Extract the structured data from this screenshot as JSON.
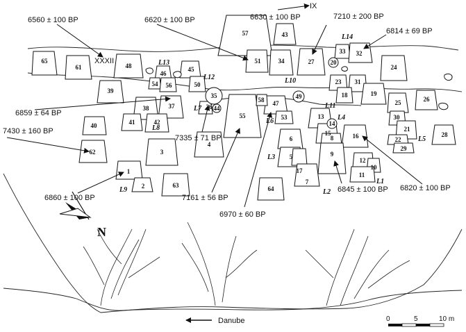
{
  "radiocarbon_dates": [
    {
      "label": "6560 ± 100 BP"
    },
    {
      "label": "6620 ± 100 BP"
    },
    {
      "label": "6630 ± 100 BP"
    },
    {
      "label": "7210 ± 200 BP"
    },
    {
      "label": "6814 ± 69 BP"
    },
    {
      "label": "6859 ± 64 BP"
    },
    {
      "label": "7335 ± 71 BP"
    },
    {
      "label": "7430 ± 160 BP"
    },
    {
      "label": "7161 ± 56 BP"
    },
    {
      "label": "6860 ± 100 BP"
    },
    {
      "label": "6970 ± 60 BP"
    },
    {
      "label": "6845 ± 100 BP"
    },
    {
      "label": "6820 ± 100 BP"
    }
  ],
  "building_numbers": [
    "1",
    "2",
    "3",
    "4",
    "5",
    "6",
    "7",
    "8",
    "9",
    "10",
    "11",
    "12",
    "13",
    "14",
    "15",
    "16",
    "17",
    "18",
    "19",
    "20",
    "21",
    "22",
    "23",
    "24",
    "25",
    "26",
    "27",
    "28",
    "29",
    "30",
    "31",
    "32",
    "33",
    "34",
    "35",
    "36",
    "37",
    "38",
    "39",
    "40",
    "41",
    "42",
    "43",
    "44",
    "45",
    "46",
    "47",
    "48",
    "49",
    "50",
    "51",
    "53",
    "54",
    "55",
    "56",
    "57",
    "58",
    "61",
    "62",
    "63",
    "64",
    "65"
  ],
  "levels": [
    "L1",
    "L2",
    "L3",
    "L4",
    "L5",
    "L6",
    "L7",
    "L8",
    "L9",
    "L10",
    "L11",
    "L12",
    "L13",
    "L14"
  ],
  "off_map_refs": [
    "IX",
    "XXXII"
  ],
  "north_label": "N",
  "river_label": "Danube",
  "scale": {
    "ticks": [
      "0",
      "5",
      "10 m"
    ]
  }
}
